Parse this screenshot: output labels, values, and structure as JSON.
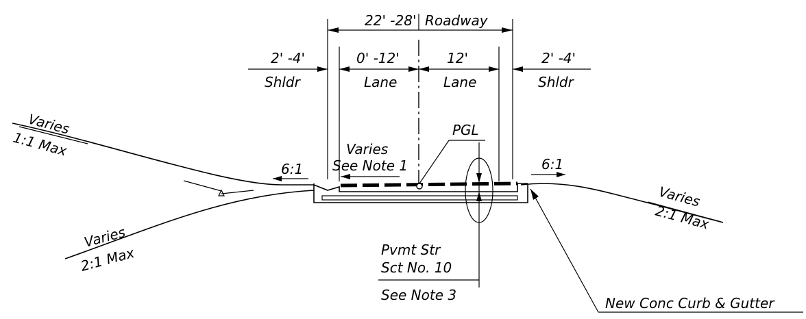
{
  "dimensions": {
    "roadway_width": "22' -28'",
    "roadway": "Roadway",
    "left_shoulder_width": "2' -4'",
    "left_shoulder": "Shldr",
    "left_lane_width": "0' -12'",
    "left_lane": "Lane",
    "right_lane_width": "12'",
    "right_lane": "Lane",
    "right_shoulder_width": "2' -4'",
    "right_shoulder": "Shldr"
  },
  "slopes": {
    "left_upper_varies": "Varies",
    "left_upper_max": "1:1 Max",
    "left_lower_varies": "Varies",
    "left_lower_max": "2:1 Max",
    "left_ratio": "6:1",
    "right_ratio": "6:1",
    "right_varies": "Varies",
    "right_max": "2:1 Max"
  },
  "notes": {
    "varies": "Varies",
    "see_note_1": "See Note 1",
    "pgl": "PGL",
    "pvmt_str": "Pvmt Str",
    "sct_no": "Sct No. 10",
    "see_note_3": "See Note 3",
    "curb_gutter": "New Conc Curb & Gutter"
  }
}
